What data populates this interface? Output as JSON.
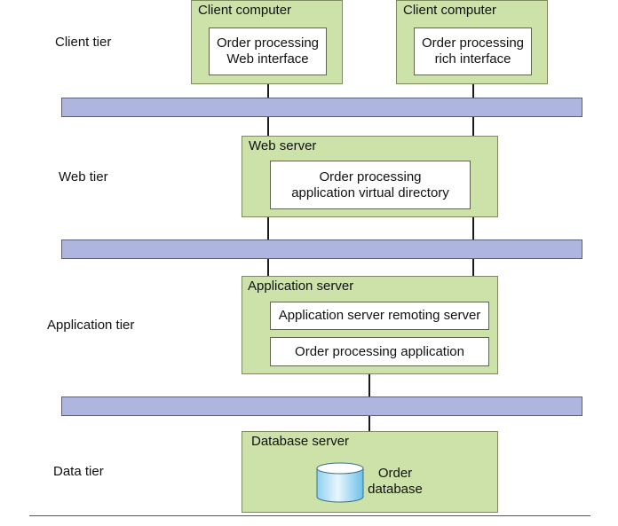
{
  "tiers": {
    "client": "Client tier",
    "web": "Web tier",
    "application": "Application tier",
    "data": "Data tier"
  },
  "client_computer_1": {
    "title": "Client computer",
    "box_line1": "Order processing",
    "box_line2": "Web interface"
  },
  "client_computer_2": {
    "title": "Client computer",
    "box_line1": "Order processing",
    "box_line2": "rich interface"
  },
  "web_server": {
    "title": "Web server",
    "box_line1": "Order processing",
    "box_line2": "application virtual directory"
  },
  "application_server": {
    "title": "Application server",
    "box1": "Application server remoting server",
    "box2": "Order processing application"
  },
  "database_server": {
    "title": "Database server",
    "db_line1": "Order",
    "db_line2": "database"
  },
  "colors": {
    "node_fill": "#cde2a8",
    "bus_fill": "#aeb5de",
    "inner_fill": "#ffffff"
  }
}
